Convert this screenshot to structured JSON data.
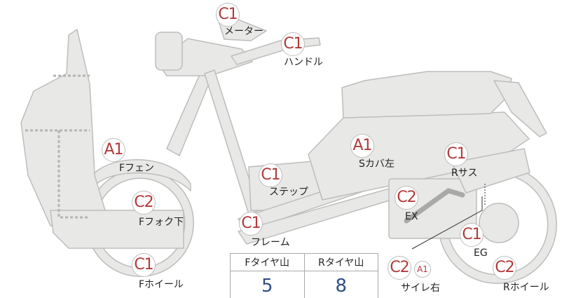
{
  "parts": [
    {
      "label": "メーター",
      "grade": "C1"
    },
    {
      "label": "ハンドル",
      "grade": "C1"
    },
    {
      "label": "Fフェン",
      "grade": "A1"
    },
    {
      "label": "Fフォク下",
      "grade": "C2"
    },
    {
      "label": "Fホイール",
      "grade": "C1"
    },
    {
      "label": "ステップ",
      "grade": "C1"
    },
    {
      "label": "フレーム",
      "grade": "C1"
    },
    {
      "label": "Sカバ左",
      "grade": "A1"
    },
    {
      "label": "Rサス",
      "grade": "C1"
    },
    {
      "label": "EX",
      "grade": "C2"
    },
    {
      "label": "EG",
      "grade": "C1"
    },
    {
      "label": "サイレ右",
      "grade": "C2",
      "sub_grade": "A1"
    },
    {
      "label": "Rホイール",
      "grade": "C2"
    }
  ],
  "tread_table": {
    "headers": [
      "Fタイヤ山",
      "Rタイヤ山"
    ],
    "values": [
      "5",
      "8"
    ]
  },
  "colors": {
    "body_fill": "#e8e8e6",
    "body_stroke": "#bdbdbd",
    "grade_text": "#b33a3a",
    "tread_value": "#2d4f86"
  }
}
